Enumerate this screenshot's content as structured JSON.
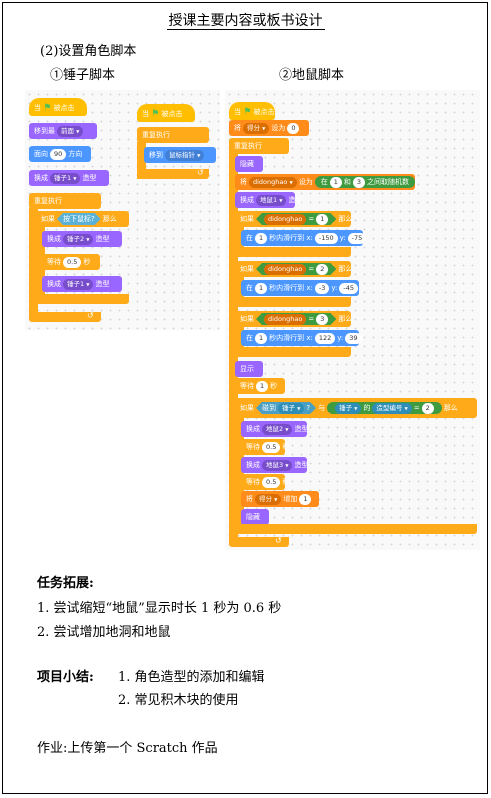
{
  "title": "授课主要内容或板书设计",
  "section": "(2)设置角色脚本",
  "sub_hammer": "①锤子脚本",
  "sub_mouse": "②地鼠脚本",
  "blocks": {
    "when_flag": "当",
    "clicked": "被点击",
    "goto": "移到最",
    "front": "前面",
    "face": "面向",
    "dir_val": "90",
    "dir": "方向",
    "switch": "换成",
    "hammer1": "锤子1",
    "costume": "造型",
    "forever": "重复执行",
    "if": "如果",
    "mouse_down": "按下鼠标?",
    "then": "那么",
    "hammer2": "锤子2",
    "wait": "等待",
    "wait_val": "0.5",
    "sec": "秒",
    "goto2": "移到",
    "mouse_ptr": "鼠标指针",
    "set": "将",
    "score": "得分",
    "set_to": "设为",
    "zero": "0",
    "hide": "隐藏",
    "didonghao": "didonghao",
    "rand_a": "在",
    "one": "1",
    "three": "3",
    "rand_b": "和",
    "rand_c": "之间取随机数",
    "mole1": "地鼠1",
    "eq": "=",
    "two": "2",
    "glide_a": "在",
    "glide_b": "秒内滑行到 x:",
    "y": "y:",
    "x1": "-150",
    "y1": "-75",
    "x2": "-3",
    "y2": "-45",
    "x3": "122",
    "y3": "39",
    "show": "显示",
    "wait1": "1",
    "touch": "碰到",
    "hammer": "锤子",
    "q": "?",
    "and": "与",
    "of": "的",
    "costume_no": "造型编号",
    "mole2": "地鼠2",
    "mole3": "地鼠3",
    "change": "增加",
    "change_val": "1"
  },
  "task_title": "任务拓展:",
  "tasks": [
    "1.  尝试缩短“地鼠”显示时长 1 秒为 0.6 秒",
    "2.  尝试增加地洞和地鼠"
  ],
  "summary_title": "项目小结:",
  "summary": [
    "1.  角色造型的添加和编辑",
    "2.  常见积木块的使用"
  ],
  "homework": "作业:上传第一个 Scratch 作品"
}
